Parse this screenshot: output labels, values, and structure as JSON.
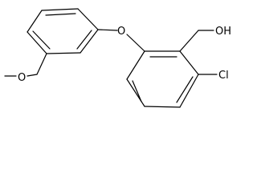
{
  "molecule": {
    "labels": {
      "ether_oxygen": "O",
      "methoxy_oxygen": "O",
      "hydroxyl": "OH",
      "chlorine": "Cl"
    }
  },
  "colors": {
    "bond": "#000000",
    "background": "#ffffff"
  }
}
